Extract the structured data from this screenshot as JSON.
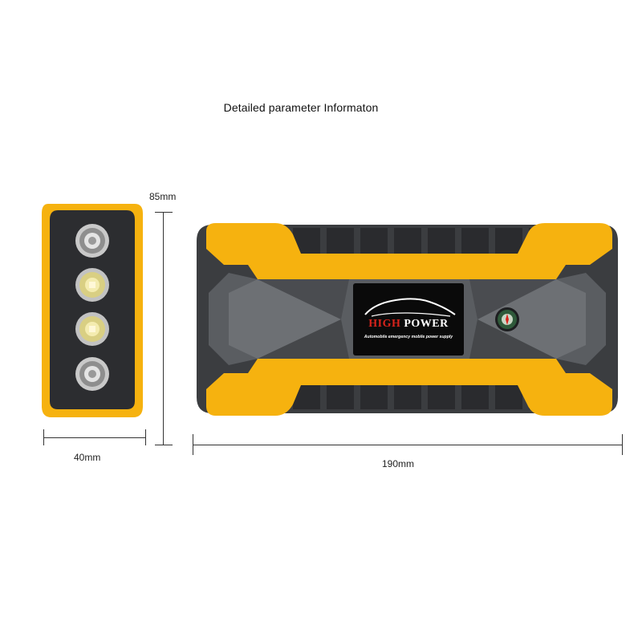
{
  "title": "Detailed parameter  Informaton",
  "dimensions": {
    "height": "85mm",
    "width_side": "40mm",
    "length": "190mm"
  },
  "device": {
    "brand_high": "HIGH",
    "brand_power": "POWER",
    "tagline": "Automobile emergency mobile power supply",
    "colors": {
      "body_yellow": "#f6b20f",
      "body_dark": "#3b3d40",
      "body_gray": "#5a5d61",
      "label_black": "#0a0a0a",
      "brand_red": "#d8231b"
    },
    "side_lights": [
      "ring-light",
      "led-lamp",
      "led-lamp",
      "ring-light"
    ],
    "compass_icon": "compass-icon"
  }
}
